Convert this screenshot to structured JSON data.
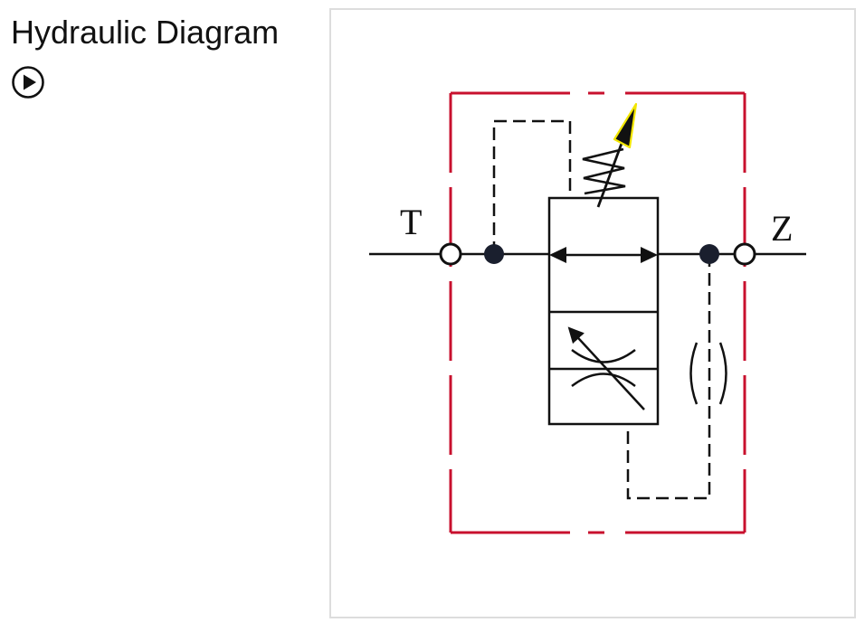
{
  "header": {
    "title": "Hydraulic Diagram"
  },
  "controls": {
    "play_icon": "play-circle-icon"
  },
  "diagram": {
    "ports": {
      "left": "T",
      "right": "Z"
    },
    "colors": {
      "boundary": "#c8102e",
      "line": "#111111",
      "arrow_highlight": "#f2e600",
      "frame_border": "#dddddd"
    }
  }
}
